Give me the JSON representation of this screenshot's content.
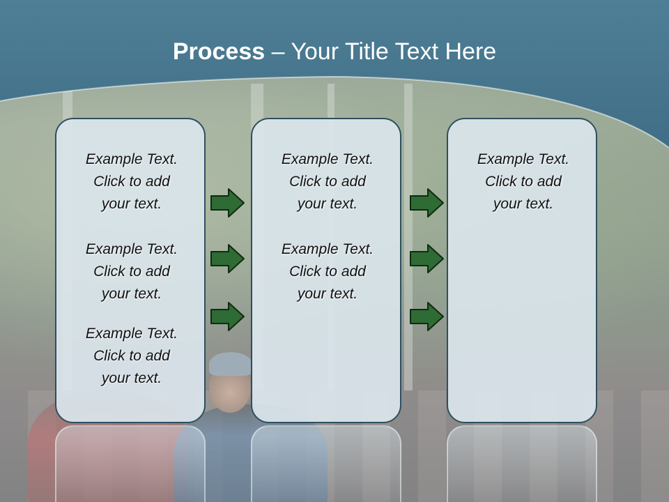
{
  "title": {
    "bold": "Process",
    "rest": " – Your Title Text Here"
  },
  "colors": {
    "banner": "#46788f",
    "box_fill": "#dae5ec",
    "box_border": "#2e4f5e",
    "arrow_fill": "#2f6b34",
    "arrow_stroke": "#0f2a12"
  },
  "boxes": [
    {
      "items": [
        {
          "line1": "Example Text.",
          "line2": "Click  to add",
          "line3": "your text."
        },
        {
          "line1": "Example Text.",
          "line2": "Click  to add",
          "line3": "your text."
        },
        {
          "line1": "Example Text.",
          "line2": "Click  to add",
          "line3": "your text."
        }
      ]
    },
    {
      "items": [
        {
          "line1": "Example Text.",
          "line2": "Click  to add",
          "line3": "your text."
        },
        {
          "line1": "Example Text.",
          "line2": "Click  to add",
          "line3": "your text."
        }
      ]
    },
    {
      "items": [
        {
          "line1": "Example Text.",
          "line2": "Click  to add",
          "line3": "your text."
        }
      ]
    }
  ],
  "arrow_icon": "right-arrow-icon"
}
